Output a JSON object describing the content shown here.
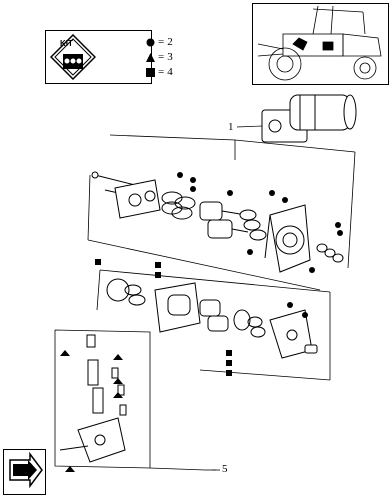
{
  "kit": {
    "label": "KIT",
    "legend": [
      {
        "symbol": "circle",
        "value": "2"
      },
      {
        "symbol": "triangle",
        "value": "3"
      },
      {
        "symbol": "square",
        "value": "4"
      }
    ]
  },
  "callouts": {
    "ref_1": "1",
    "ref_5": "5"
  },
  "icons": [
    "kit-emblem-icon",
    "tractor-inset-icon",
    "next-page-arrow-icon"
  ]
}
